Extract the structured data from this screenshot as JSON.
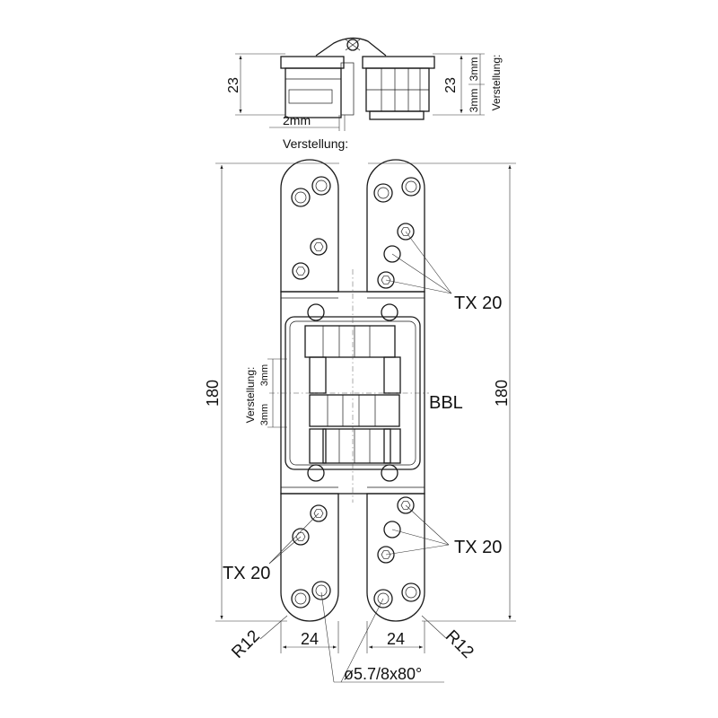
{
  "labels": {
    "dim_height_left": "180",
    "dim_height_right": "180",
    "dim_top_left": "23",
    "dim_top_right": "23",
    "dim_offset_2mm": "2mm",
    "dim_3mm_a": "3mm",
    "dim_3mm_b": "3mm",
    "verstellung_top": "Verstellung:",
    "verstellung_top_right": "Verstellung:",
    "verstellung_mid": "Verstellung:",
    "mid_3mm_a": "3mm",
    "mid_3mm_b": "3mm",
    "tx20_upper": "TX 20",
    "tx20_lower_left": "TX 20",
    "tx20_lower_right": "TX 20",
    "bbl": "BBL",
    "r12_left": "R12",
    "r12_right": "R12",
    "width_left": "24",
    "width_right": "24",
    "hole_spec": "ø5.7/8x80°"
  },
  "colors": {
    "line": "#1a1a1a",
    "dim": "#333333",
    "background": "#ffffff"
  }
}
